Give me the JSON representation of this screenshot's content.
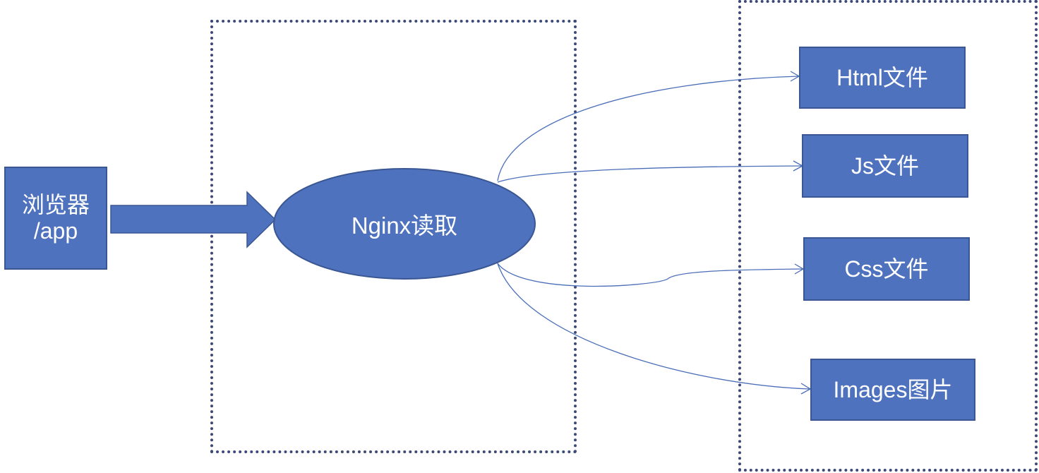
{
  "diagram": {
    "title": "",
    "source": {
      "id": "browser",
      "label_line1": "浏览器",
      "label_line2": "/app"
    },
    "process": {
      "id": "nginx",
      "label": "Nginx读取"
    },
    "targets": [
      {
        "id": "html",
        "label": "Html文件"
      },
      {
        "id": "js",
        "label": "Js文件"
      },
      {
        "id": "css",
        "label": "Css文件"
      },
      {
        "id": "images",
        "label": "Images图片"
      }
    ],
    "edges": [
      {
        "from": "browser",
        "to": "nginx",
        "style": "block-arrow"
      },
      {
        "from": "nginx",
        "to": "html",
        "style": "curved-line-arrow"
      },
      {
        "from": "nginx",
        "to": "js",
        "style": "curved-line-arrow"
      },
      {
        "from": "nginx",
        "to": "css",
        "style": "curved-line-arrow"
      },
      {
        "from": "nginx",
        "to": "images",
        "style": "curved-line-arrow"
      }
    ],
    "groups": [
      {
        "id": "nginx-group",
        "style": "dotted"
      },
      {
        "id": "files-group",
        "style": "dotted"
      }
    ],
    "colors": {
      "node_fill": "#4e72be",
      "node_border": "#3a5794",
      "text": "#ffffff",
      "connector": "#4a6db8",
      "group_border": "#3c4a78"
    }
  }
}
